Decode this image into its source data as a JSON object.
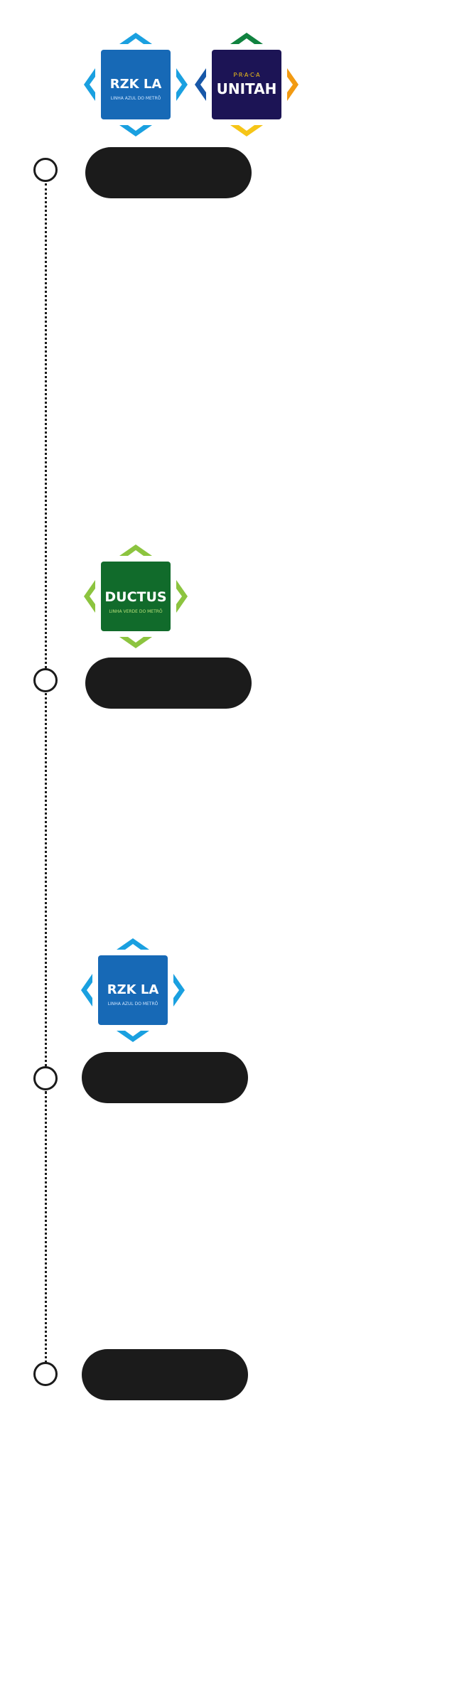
{
  "timeline": {
    "entries": [
      {
        "label": "",
        "logos": [
          {
            "name": "RZK LA",
            "subtitle": "LINHA AZUL DO METRÔ",
            "tile_color": "#1769b6",
            "arrow_colors": [
              "#1aa0e0",
              "#1aa0e0",
              "#1aa0e0",
              "#1aa0e0"
            ]
          },
          {
            "name": "UNITAH",
            "top_text": "P·R·A·C·A",
            "tile_color": "#1c1455",
            "arrow_colors": [
              "#10823f",
              "#f29a12",
              "#f6c517",
              "#1858a8"
            ]
          }
        ]
      },
      {
        "label": "",
        "logos": [
          {
            "name": "DUCTUS",
            "subtitle": "LINHA VERDE DO METRÔ",
            "tile_color": "#116b2b",
            "arrow_colors": [
              "#8cc43f",
              "#8cc43f",
              "#8cc43f",
              "#8cc43f"
            ]
          }
        ]
      },
      {
        "label": "",
        "logos": [
          {
            "name": "RZK LA",
            "subtitle": "LINHA AZUL DO METRÔ",
            "tile_color": "#1769b6",
            "arrow_colors": [
              "#1aa0e0",
              "#1aa0e0",
              "#1aa0e0",
              "#1aa0e0"
            ]
          }
        ]
      },
      {
        "label": "",
        "logos": []
      }
    ]
  },
  "colors": {
    "pill": "#1b1b1b",
    "line": "#1b1b1b",
    "node_fill": "#ffffff"
  }
}
